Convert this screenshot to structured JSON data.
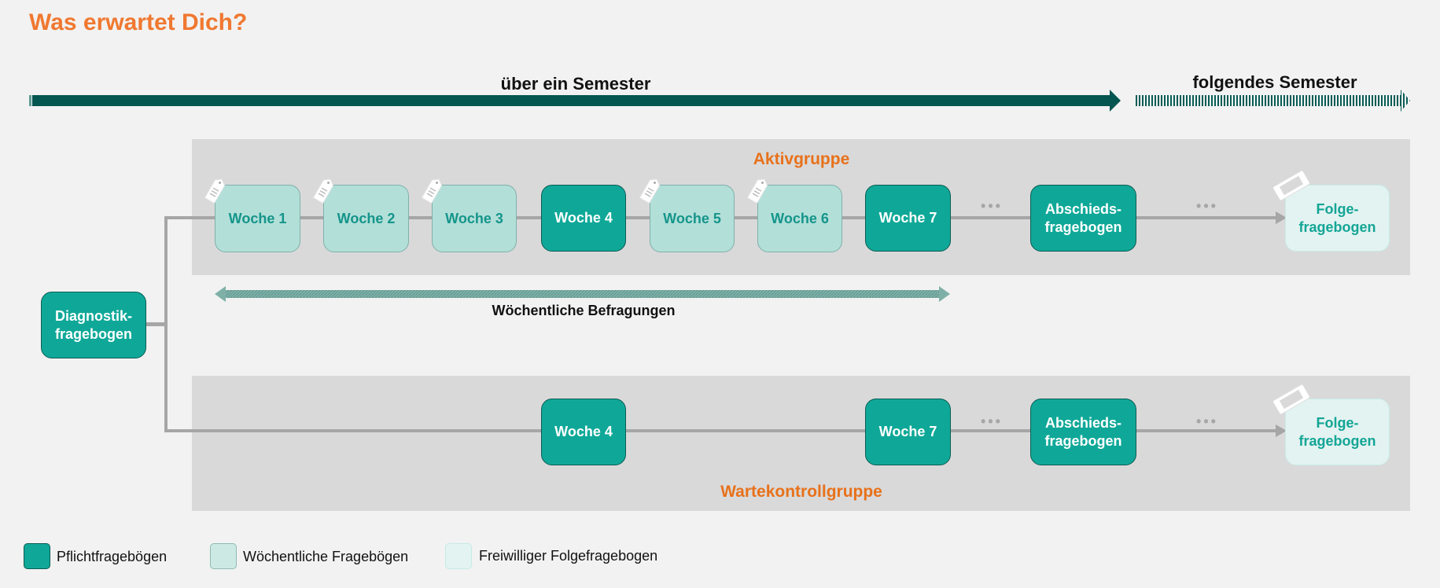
{
  "title": "Was erwartet Dich?",
  "timeline": {
    "current_phase": "über ein Semester",
    "next_phase": "folgendes Semester"
  },
  "entry": {
    "diagnostic": "Diagnostik-\nfragebogen"
  },
  "active_group": {
    "label": "Aktivgruppe",
    "steps": [
      {
        "label": "Woche 1",
        "type": "weekly"
      },
      {
        "label": "Woche 2",
        "type": "weekly"
      },
      {
        "label": "Woche 3",
        "type": "weekly"
      },
      {
        "label": "Woche 4",
        "type": "mandatory"
      },
      {
        "label": "Woche 5",
        "type": "weekly"
      },
      {
        "label": "Woche 6",
        "type": "weekly"
      },
      {
        "label": "Woche 7",
        "type": "mandatory"
      },
      {
        "label": "Abschieds-\nfragebogen",
        "type": "mandatory"
      },
      {
        "label": "Folge-\nfragebogen",
        "type": "optional"
      }
    ],
    "ellipsis": "•••"
  },
  "weekly_span_label": "Wöchentliche Befragungen",
  "control_group": {
    "label": "Wartekontrollgruppe",
    "steps": [
      {
        "label": "Woche 4",
        "type": "mandatory"
      },
      {
        "label": "Woche 7",
        "type": "mandatory"
      },
      {
        "label": "Abschieds-\nfragebogen",
        "type": "mandatory"
      },
      {
        "label": "Folge-\nfragebogen",
        "type": "optional"
      }
    ],
    "ellipsis": "•••"
  },
  "legend": [
    {
      "label": "Pflichtfragebögen",
      "color": "#0fa898"
    },
    {
      "label": "Wöchentliche Fragebögen",
      "color": "#cde9e4"
    },
    {
      "label": "Freiwilliger Folgefragebogen",
      "color": "#e3f3f1"
    }
  ],
  "colors": {
    "accent_orange": "#f07830",
    "mandatory": "#0fa898",
    "weekly": "#b3dfd9",
    "optional": "#e3f3f1",
    "timeline_dark": "#055550"
  }
}
